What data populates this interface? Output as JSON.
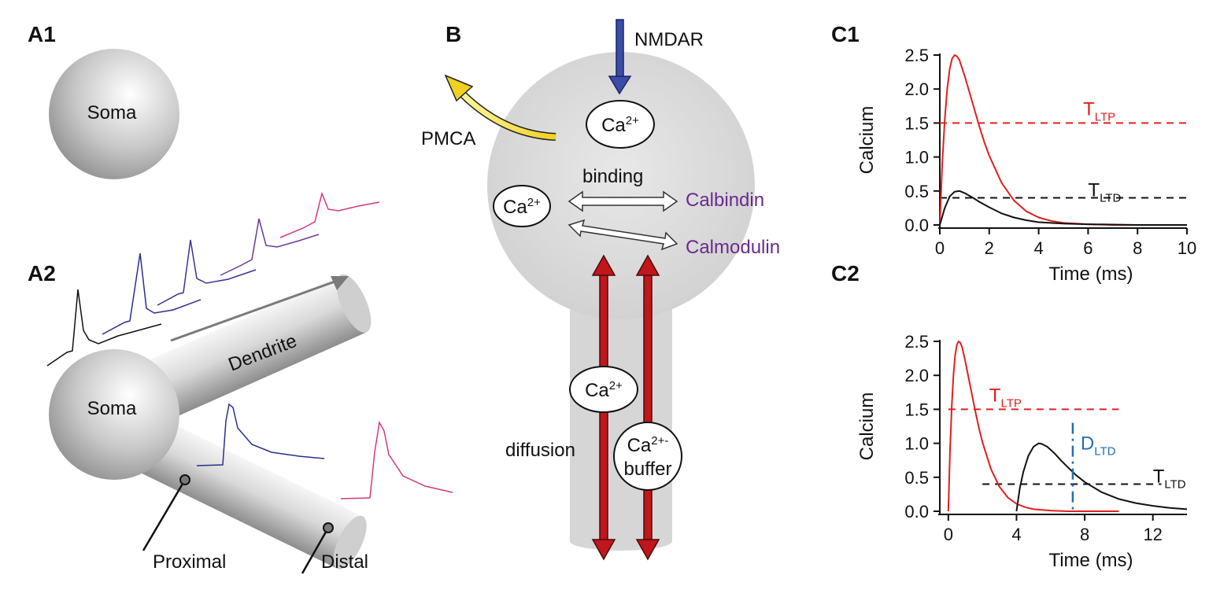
{
  "panels": {
    "a1": {
      "label": "A1",
      "soma": "Soma"
    },
    "a2": {
      "label": "A2",
      "soma": "Soma",
      "dendrite": "Dendrite",
      "proximal": "Proximal",
      "distal": "Distal"
    },
    "b": {
      "label": "B",
      "nmdar": "NMDAR",
      "pmca": "PMCA",
      "binding": "binding",
      "calbindin": "Calbindin",
      "calmodulin": "Calmodulin",
      "diffusion": "diffusion",
      "ca_base": "Ca",
      "ca_sup": "2+",
      "buffer_line1_sup": "2+-",
      "buffer_line2": "buffer"
    },
    "c1": {
      "label": "C1"
    },
    "c2": {
      "label": "C2"
    }
  },
  "colors": {
    "ltp": "#e02020",
    "ltd": "#111111",
    "dltd": "#1f6fb5",
    "purple": "#6a2a8e",
    "nmdar_arrow": "#3b4ea6",
    "pmca_arrow": "#f5e04a",
    "diffusion_arrow": "#c0161c",
    "trace_blue": "#2a2f8f",
    "trace_purple": "#6a3a9a",
    "trace_pink": "#d6387e"
  },
  "chart_data": [
    {
      "id": "C1",
      "type": "line",
      "xlabel": "Time (ms)",
      "ylabel": "Calcium",
      "xlim": [
        0,
        10
      ],
      "ylim": [
        0,
        2.5
      ],
      "xticks": [
        0,
        2,
        4,
        6,
        8,
        10
      ],
      "yticks": [
        "0.0",
        "0.5",
        "1.0",
        "1.5",
        "2.0",
        "2.5"
      ],
      "series": [
        {
          "color": "ltp",
          "x": [
            0,
            0.1,
            0.2,
            0.3,
            0.4,
            0.5,
            0.6,
            0.7,
            0.8,
            1.0,
            1.2,
            1.4,
            1.6,
            1.8,
            2.0,
            2.5,
            3.0,
            3.5,
            4.0,
            4.5,
            5.0,
            6.0,
            7.0,
            8.0,
            10.0
          ],
          "y": [
            0,
            0.9,
            1.55,
            2.0,
            2.3,
            2.45,
            2.5,
            2.48,
            2.42,
            2.2,
            1.95,
            1.7,
            1.45,
            1.22,
            1.02,
            0.62,
            0.36,
            0.2,
            0.11,
            0.06,
            0.03,
            0.01,
            0.0,
            0.0,
            0.0
          ]
        },
        {
          "color": "ltd",
          "x": [
            0,
            0.2,
            0.4,
            0.6,
            0.8,
            1.0,
            1.3,
            1.6,
            2.0,
            2.5,
            3.0,
            3.5,
            4.0,
            5.0,
            6.0,
            8.0,
            10.0
          ],
          "y": [
            0,
            0.25,
            0.42,
            0.49,
            0.5,
            0.47,
            0.41,
            0.34,
            0.26,
            0.17,
            0.11,
            0.07,
            0.04,
            0.02,
            0.01,
            0.0,
            0.0
          ]
        }
      ],
      "thresholds": [
        {
          "color": "ltp",
          "y": 1.5,
          "x": [
            0,
            10
          ],
          "base": "T",
          "sub": "LTP"
        },
        {
          "color": "ltd",
          "y": 0.4,
          "x": [
            0,
            10
          ],
          "base": "T",
          "sub": "LTD"
        }
      ]
    },
    {
      "id": "C2",
      "type": "line",
      "xlabel": "Time (ms)",
      "ylabel": "Calcium",
      "xlim": [
        -0.5,
        14
      ],
      "ylim": [
        0,
        2.5
      ],
      "xticks": [
        0,
        4,
        8,
        12
      ],
      "yticks": [
        "0.0",
        "0.5",
        "1.0",
        "1.5",
        "2.0",
        "2.5"
      ],
      "series": [
        {
          "color": "ltp",
          "x": [
            0,
            0.1,
            0.2,
            0.3,
            0.4,
            0.5,
            0.6,
            0.7,
            0.8,
            1.0,
            1.2,
            1.4,
            1.6,
            1.8,
            2.0,
            2.5,
            3.0,
            3.5,
            4.0,
            4.5,
            5.0,
            6.0,
            7.0,
            8.0,
            10.0
          ],
          "y": [
            0,
            0.9,
            1.55,
            2.0,
            2.3,
            2.45,
            2.5,
            2.48,
            2.42,
            2.2,
            1.95,
            1.7,
            1.45,
            1.22,
            1.02,
            0.62,
            0.36,
            0.2,
            0.11,
            0.06,
            0.03,
            0.01,
            0.0,
            0.0,
            0.0
          ]
        },
        {
          "color": "ltd",
          "x": [
            4.0,
            4.2,
            4.4,
            4.7,
            5.0,
            5.3,
            5.5,
            5.8,
            6.2,
            6.6,
            7.0,
            7.5,
            8.0,
            9.0,
            10.0,
            11.0,
            12.0,
            13.0,
            14.0
          ],
          "y": [
            0,
            0.35,
            0.58,
            0.82,
            0.95,
            1.0,
            0.99,
            0.95,
            0.86,
            0.75,
            0.65,
            0.53,
            0.43,
            0.28,
            0.18,
            0.12,
            0.08,
            0.05,
            0.03
          ]
        }
      ],
      "thresholds": [
        {
          "color": "ltp",
          "y": 1.5,
          "x": [
            0,
            10
          ],
          "base": "T",
          "sub": "LTP"
        },
        {
          "color": "ltd",
          "y": 0.4,
          "x": [
            2,
            12.5
          ],
          "base": "T",
          "sub": "LTD"
        }
      ],
      "marker": {
        "color": "dltd",
        "x": 7.3,
        "base": "D",
        "sub": "LTD"
      }
    }
  ]
}
